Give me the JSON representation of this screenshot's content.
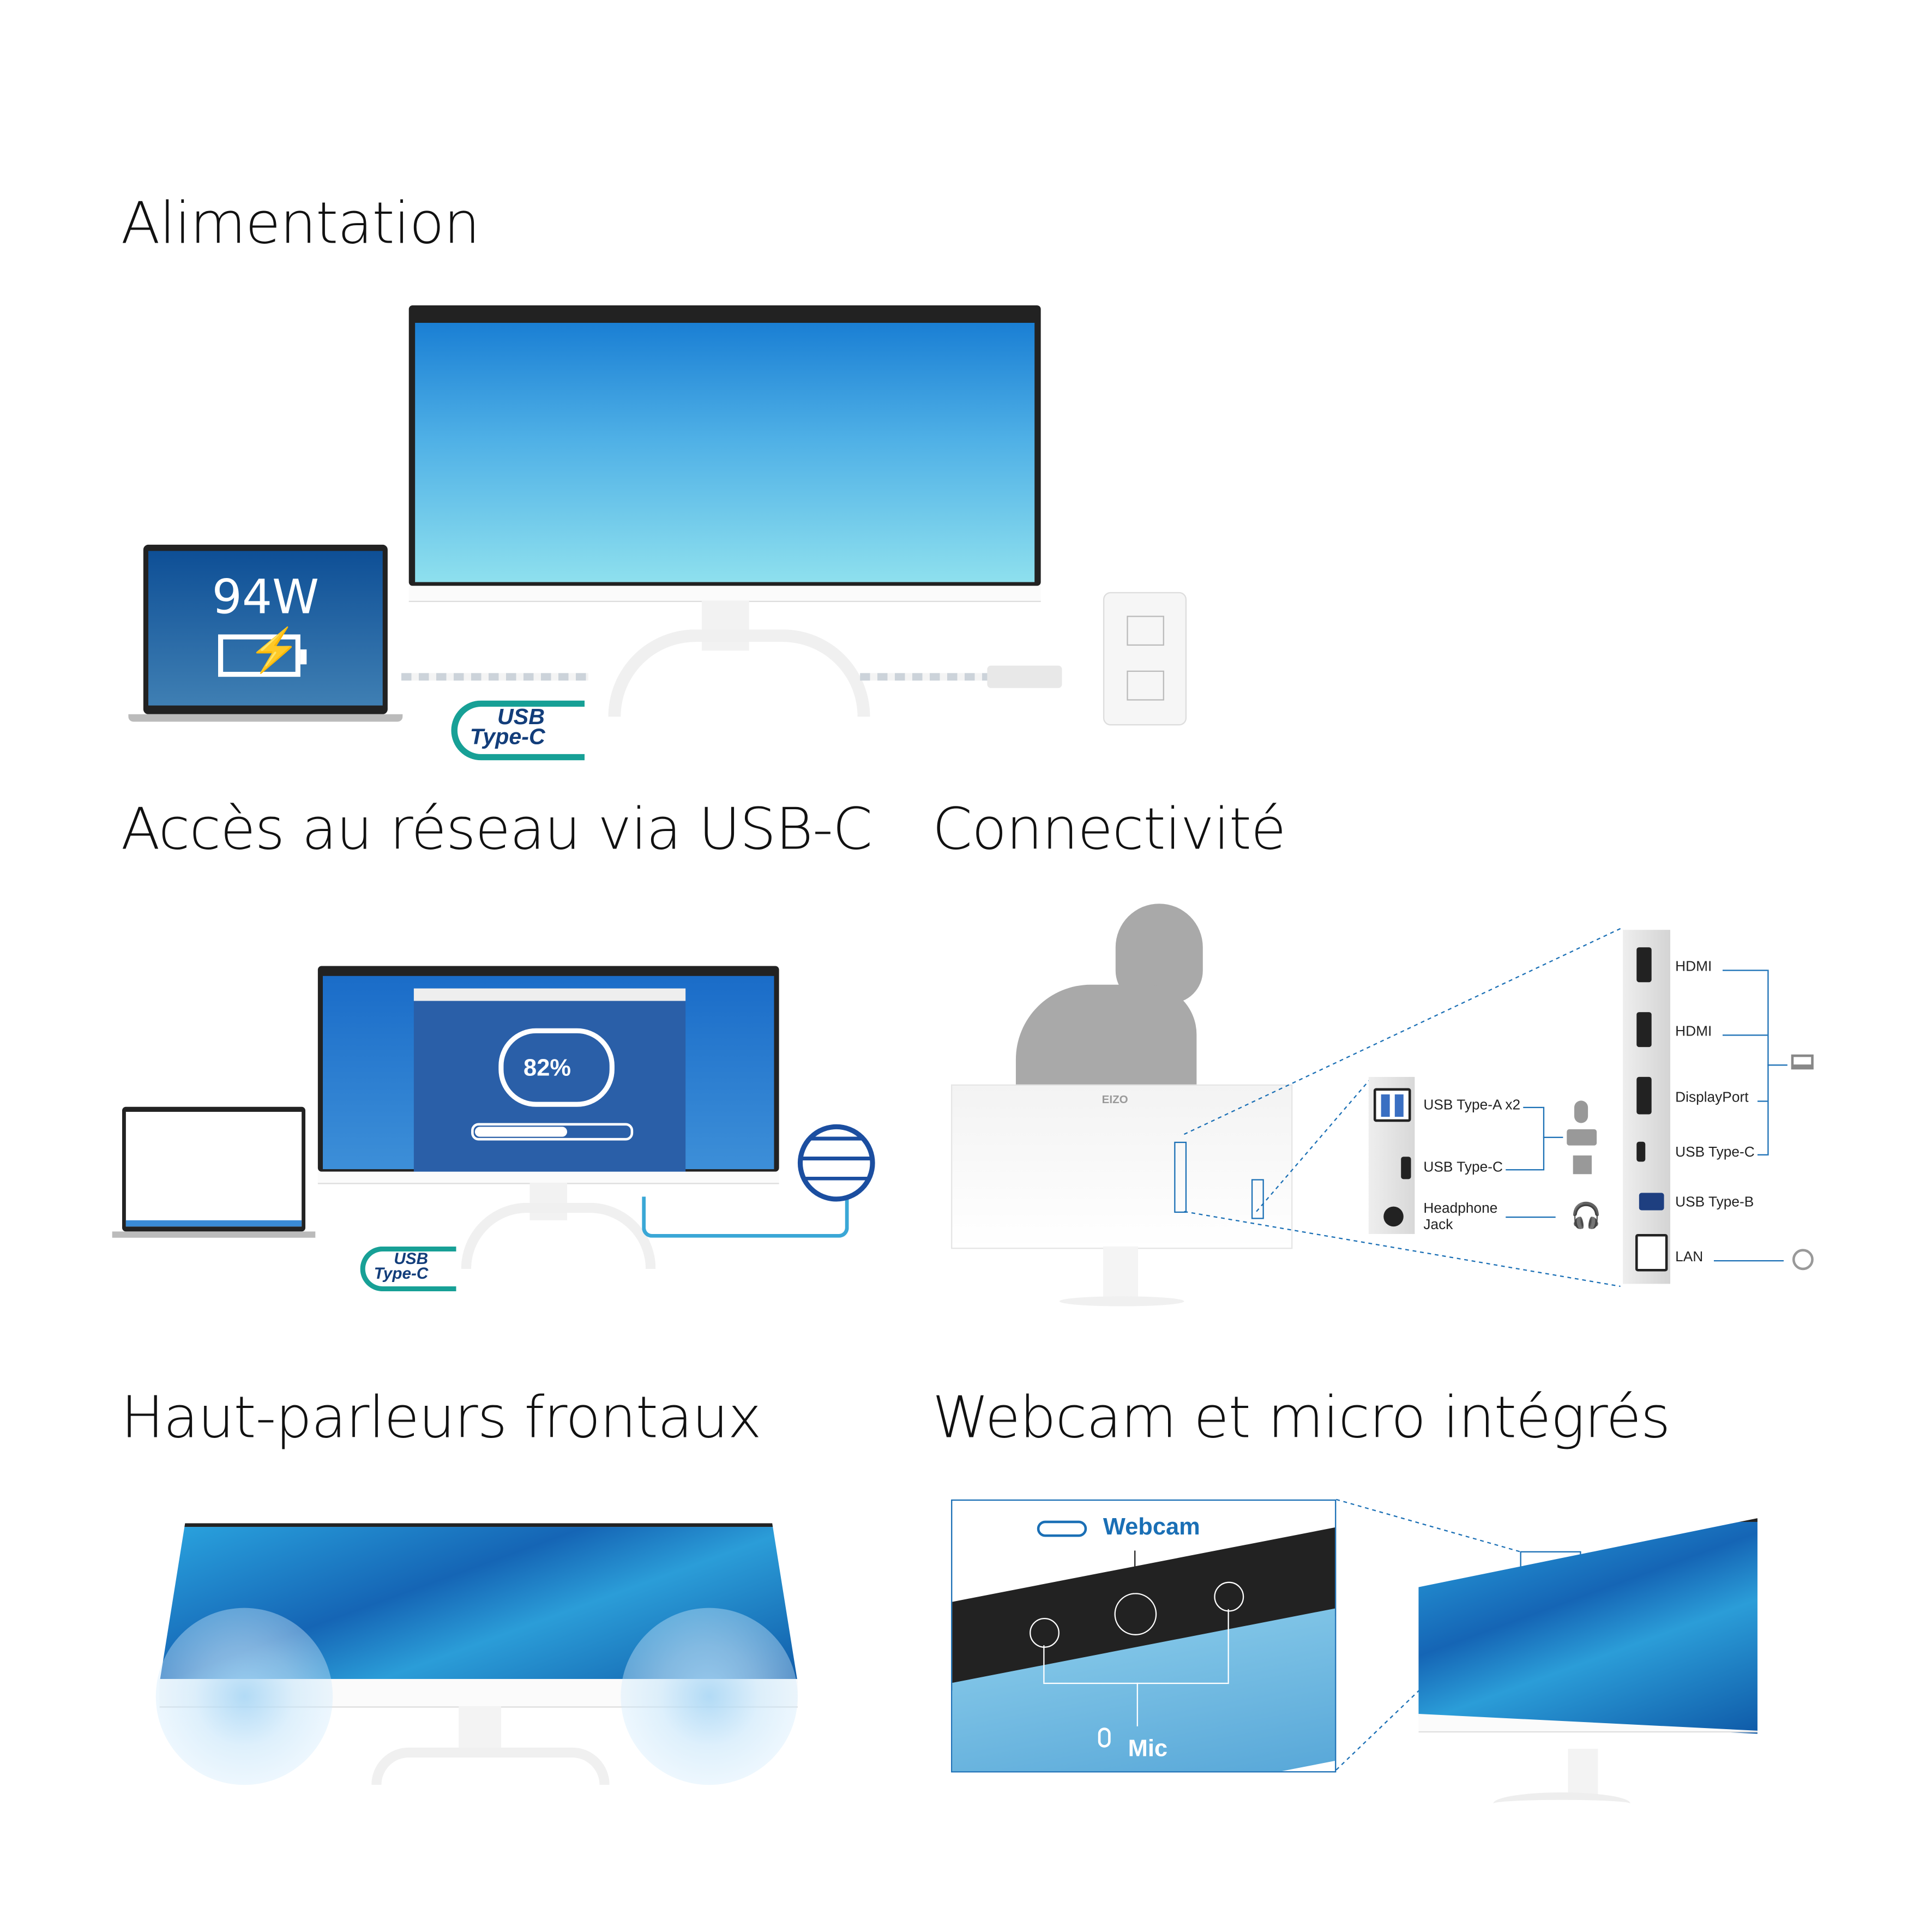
{
  "sections": {
    "power": {
      "title": "Alimentation",
      "wattage": "94W",
      "logo_text": [
        "USB",
        "Type-C"
      ]
    },
    "network": {
      "title": "Accès au réseau via USB-C",
      "upload_percent": "82%",
      "upload_progress": 0.6,
      "logo_text": [
        "USB",
        "Type-C"
      ]
    },
    "connectivity": {
      "title": "Connectivité",
      "brand": "EIZO",
      "side_ports": [
        {
          "label": "USB Type-A x2"
        },
        {
          "label": "USB Type-C"
        },
        {
          "label": "Headphone Jack"
        }
      ],
      "rear_ports": [
        {
          "label": "HDMI"
        },
        {
          "label": "HDMI"
        },
        {
          "label": "DisplayPort"
        },
        {
          "label": "USB Type-C"
        },
        {
          "label": "USB Type-B"
        },
        {
          "label": "LAN"
        }
      ]
    },
    "speakers": {
      "title": "Haut-parleurs frontaux"
    },
    "webcam": {
      "title": "Webcam et micro intégrés",
      "webcam_label": "Webcam",
      "mic_label": "Mic"
    }
  },
  "colors": {
    "accent": "#1a6fb5",
    "usbc_teal": "#17a096",
    "usbc_navy": "#123d7a"
  }
}
